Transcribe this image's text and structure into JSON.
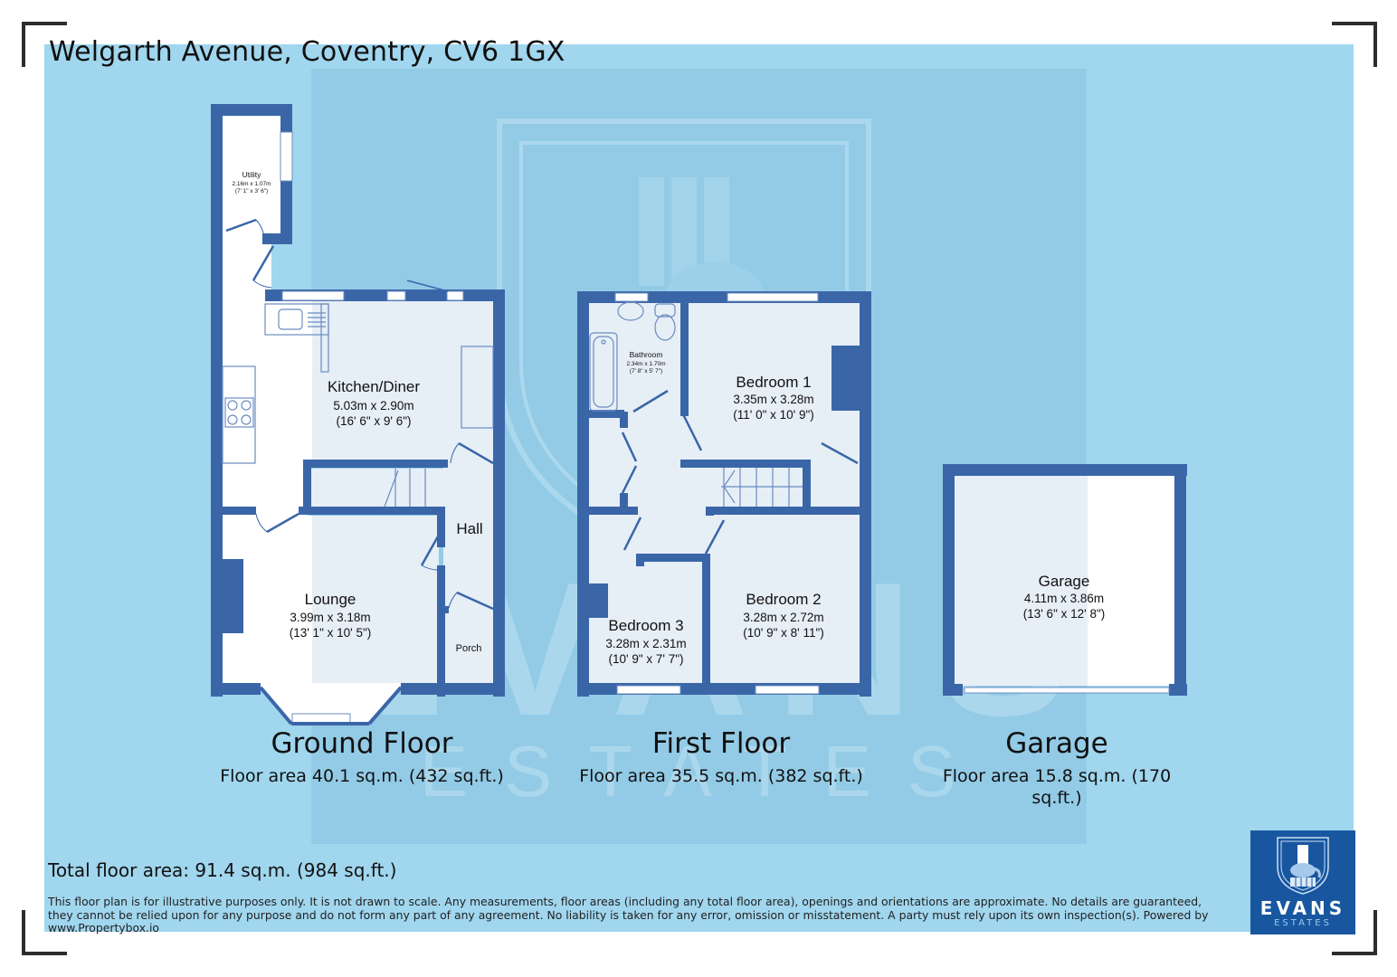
{
  "header": {
    "title": "Welgarth Avenue, Coventry, CV6 1GX"
  },
  "floors": [
    {
      "name": "Ground Floor",
      "area": "Floor area 40.1 sq.m. (432 sq.ft.)",
      "rooms": [
        {
          "name": "Utility",
          "metric": "2.16m x 1.07m",
          "imperial": "(7' 1\" x 3' 6\")"
        },
        {
          "name": "Kitchen/Diner",
          "metric": "5.03m x 2.90m",
          "imperial": "(16' 6\" x 9' 6\")"
        },
        {
          "name": "Hall"
        },
        {
          "name": "Lounge",
          "metric": "3.99m x 3.18m",
          "imperial": "(13' 1\" x 10' 5\")"
        },
        {
          "name": "Porch"
        }
      ]
    },
    {
      "name": "First Floor",
      "area": "Floor area 35.5 sq.m. (382 sq.ft.)",
      "rooms": [
        {
          "name": "Bathroom",
          "metric": "2.34m x 1.70m",
          "imperial": "(7' 8\" x 5' 7\")"
        },
        {
          "name": "Bedroom 1",
          "metric": "3.35m x 3.28m",
          "imperial": "(11' 0\" x 10' 9\")"
        },
        {
          "name": "Bedroom 3",
          "metric": "3.28m x 2.31m",
          "imperial": "(10' 9\" x 7' 7\")"
        },
        {
          "name": "Bedroom 2",
          "metric": "3.28m x 2.72m",
          "imperial": "(10' 9\" x 8' 11\")"
        }
      ]
    },
    {
      "name": "Garage",
      "area_line1": "Floor area 15.8 sq.m. (170",
      "area_line2": "sq.ft.)",
      "rooms": [
        {
          "name": "Garage",
          "metric": "4.11m x 3.86m",
          "imperial": "(13' 6\" x 12' 8\")"
        }
      ]
    }
  ],
  "footer": {
    "total": "Total floor area: 91.4 sq.m. (984 sq.ft.)",
    "disclaimer": "This floor plan is for illustrative purposes only. It is not drawn to scale. Any measurements, floor areas (including any total floor area), openings and orientations are approximate. No details are guaranteed, they cannot be relied upon for any purpose and do not form any part of any agreement. No liability is taken for any error, omission or misstatement. A party must rely upon its own inspection(s). Powered by www.Propertybox.io"
  },
  "logo": {
    "brand": "EVANS",
    "sub": "ESTATES"
  },
  "watermark": {
    "brand": "EVANS",
    "sub": "ESTATES"
  },
  "colors": {
    "background": "#a0d6ee",
    "wall": "#3a66a8",
    "floor": "#e6eef6",
    "logo": "#1857a0"
  }
}
